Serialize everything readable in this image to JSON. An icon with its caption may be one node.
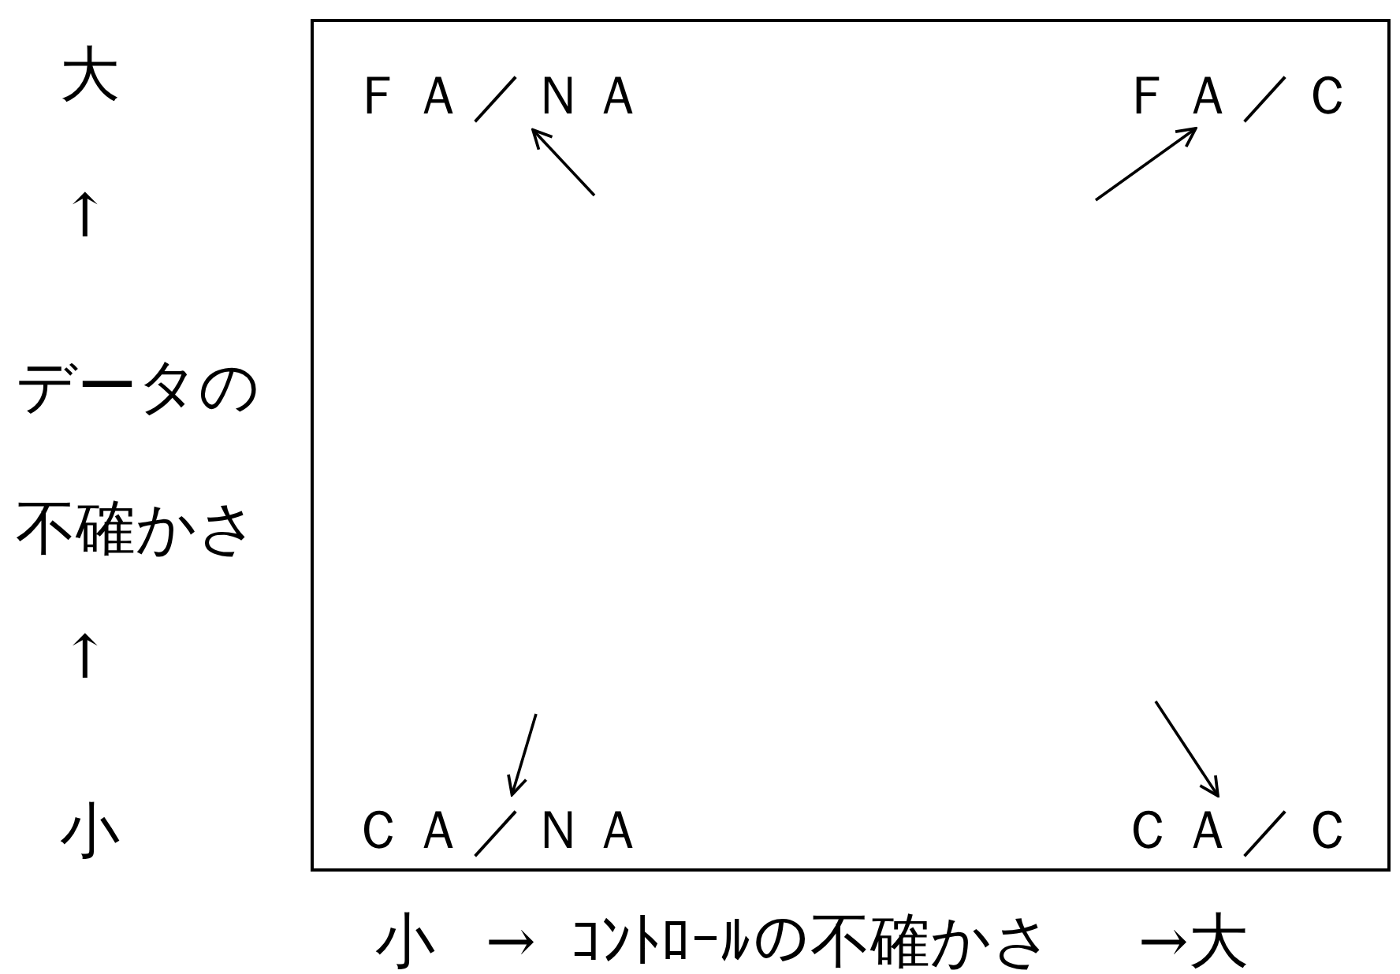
{
  "diagram": {
    "nodes": [
      {
        "text": [],
        "shape": "box"
      },
      {
        "text": [
          "ＦＡ／ＮＡ"
        ],
        "in": 0
      },
      {
        "text": [
          "ＦＡ／Ｃ"
        ],
        "in": 0
      },
      {
        "text": [
          "ＣＡ／ＮＡ"
        ],
        "in": 0
      },
      {
        "text": [
          "ＣＡ／Ｃ"
        ],
        "in": 0
      }
    ],
    "edges": [
      {
        "from": null,
        "to": 1,
        "arrow": "to"
      },
      {
        "from": null,
        "to": 2,
        "arrow": "to"
      },
      {
        "from": null,
        "to": 3,
        "arrow": "to"
      },
      {
        "from": null,
        "to": 4,
        "arrow": "to"
      }
    ],
    "labels": [
      "大",
      "↑",
      "データの不確かさ",
      "↑",
      "小",
      "小",
      "→",
      "ｺﾝﾄﾛｰﾙの不確かさ",
      "→大"
    ]
  }
}
